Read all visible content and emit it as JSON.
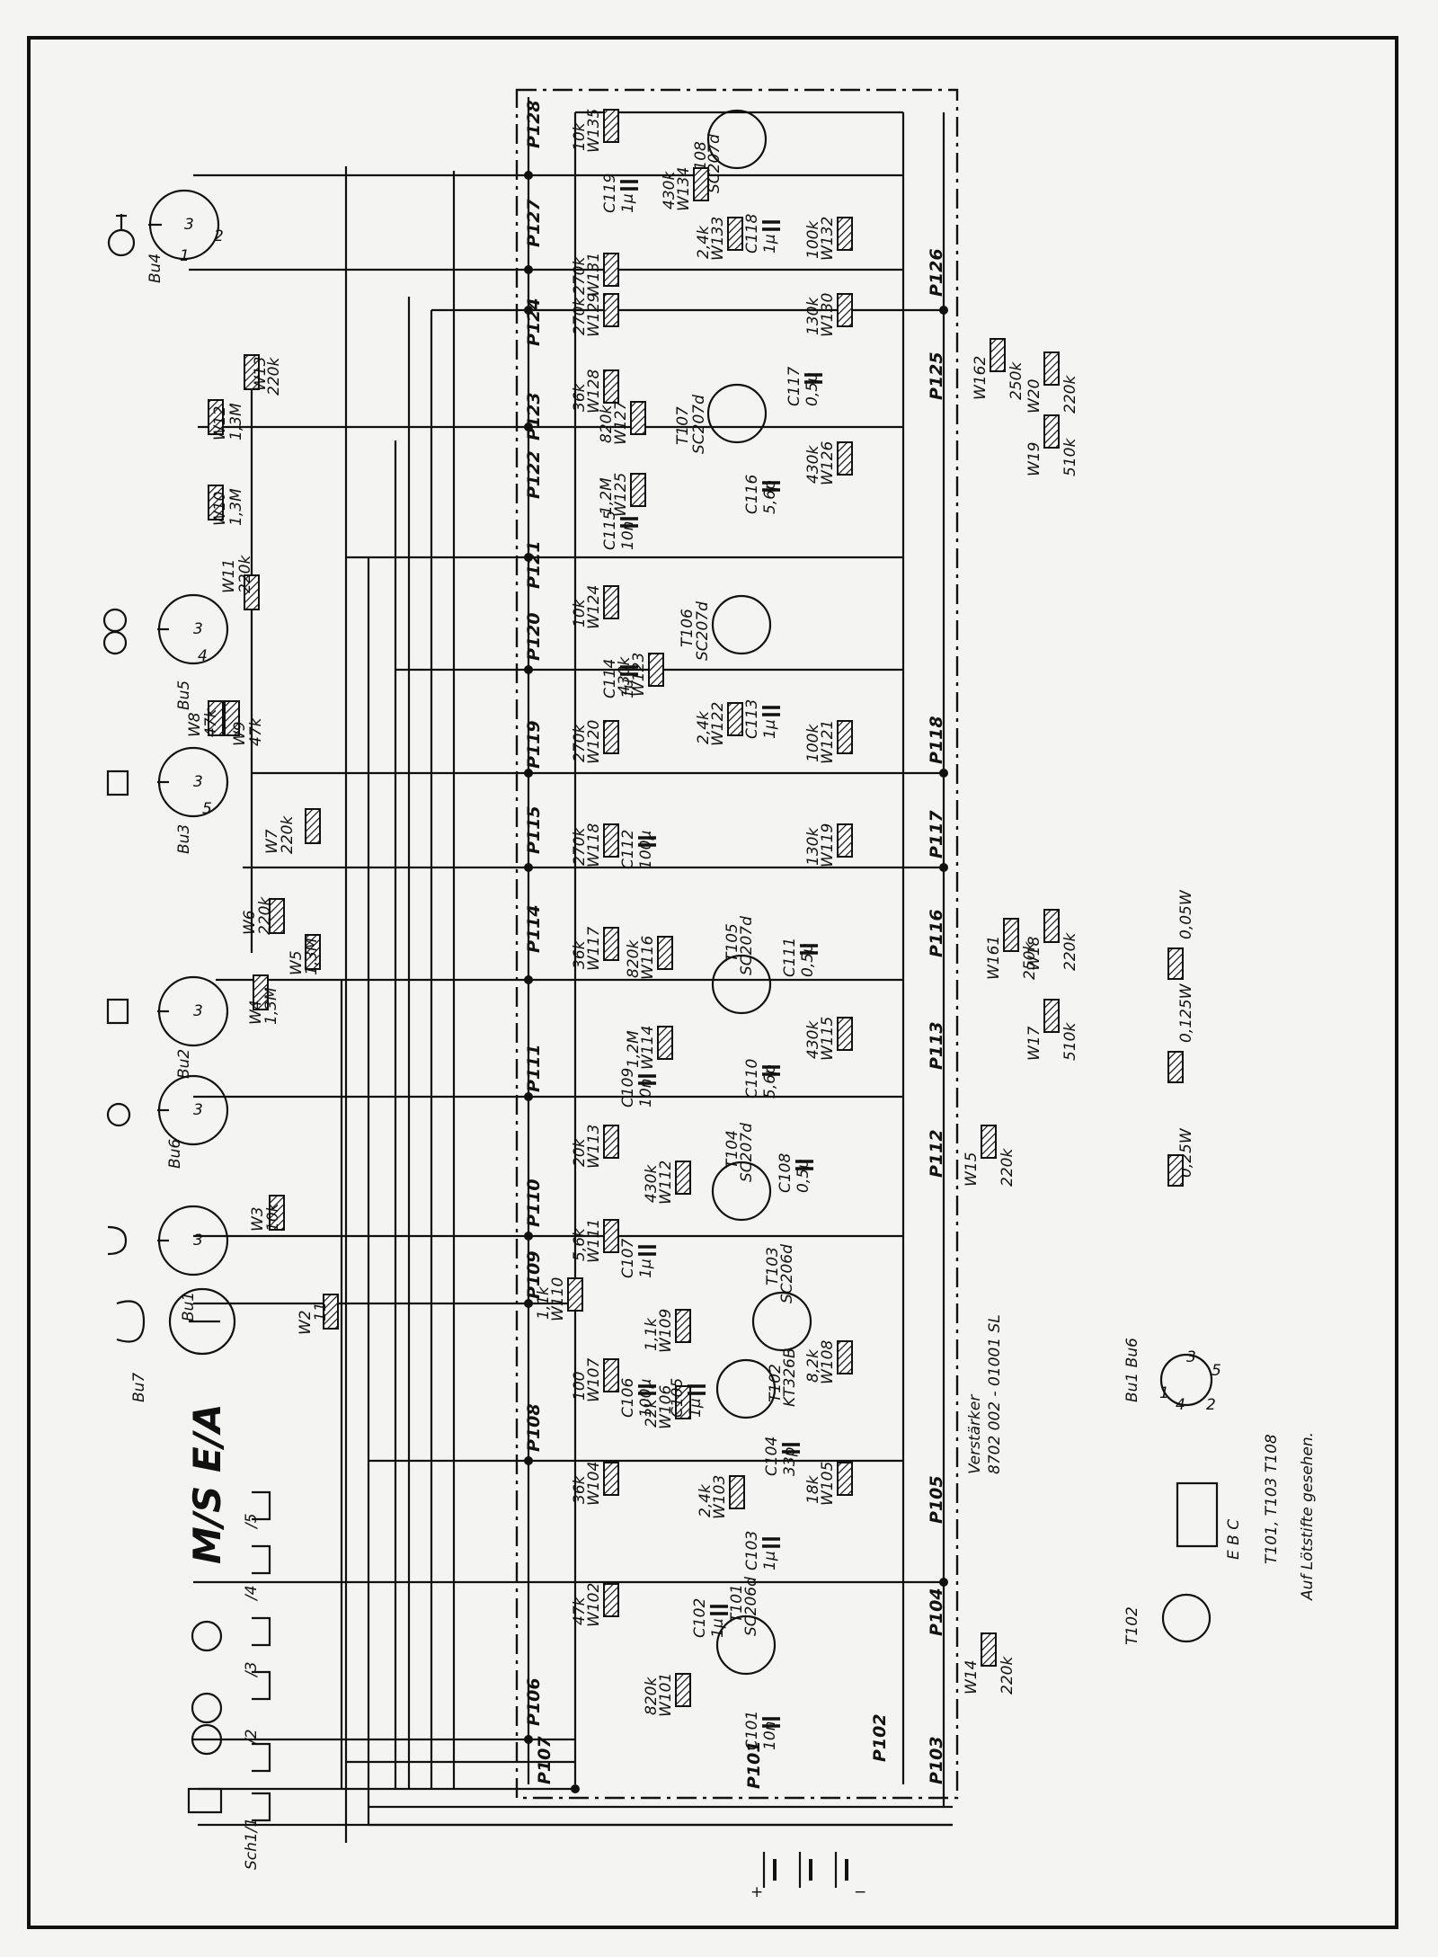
{
  "diagram": {
    "switch": {
      "mode_label": "M/S E/A",
      "ref": "Sch1/1",
      "positions": [
        "/2",
        "/3",
        "/4",
        "/5"
      ]
    },
    "sockets": [
      {
        "ref": "Bu4"
      },
      {
        "ref": "Bu5"
      },
      {
        "ref": "Bu3"
      },
      {
        "ref": "Bu2"
      },
      {
        "ref": "Bu6"
      },
      {
        "ref": "Bu1"
      },
      {
        "ref": "Bu7"
      }
    ],
    "pins": [
      "1",
      "2",
      "3",
      "4",
      "5"
    ],
    "left_resistors": [
      {
        "ref": "W13",
        "value": "220k"
      },
      {
        "ref": "W12",
        "value": "1,3M"
      },
      {
        "ref": "W10",
        "value": "1,3M"
      },
      {
        "ref": "W11",
        "value": "220k"
      },
      {
        "ref": "W8",
        "value": "47k"
      },
      {
        "ref": "W9",
        "value": "47k"
      },
      {
        "ref": "W7",
        "value": "220k"
      },
      {
        "ref": "W6",
        "value": "220k"
      },
      {
        "ref": "W5",
        "value": "1,3M"
      },
      {
        "ref": "W4",
        "value": "1,3M"
      },
      {
        "ref": "W3",
        "value": "10k"
      },
      {
        "ref": "W2",
        "value": "11"
      }
    ],
    "terminals": [
      "P128",
      "P127",
      "P124",
      "P123",
      "P122",
      "P121",
      "P120",
      "P119",
      "P115",
      "P114",
      "P111",
      "P110",
      "P109",
      "P108",
      "P106",
      "P107"
    ],
    "right_terminals": [
      "P126",
      "P125",
      "P118",
      "P117",
      "P116",
      "P113",
      "P112",
      "P105",
      "P104",
      "P102",
      "P103",
      "P101"
    ],
    "transistors": [
      {
        "ref": "T108",
        "type": "SC207d"
      },
      {
        "ref": "T107",
        "type": "SC207d"
      },
      {
        "ref": "T106",
        "type": "SC207d"
      },
      {
        "ref": "T105",
        "type": "SC207d"
      },
      {
        "ref": "T104",
        "type": "SC207d"
      },
      {
        "ref": "T103",
        "type": "SC206d"
      },
      {
        "ref": "T102",
        "type": "KT326B"
      },
      {
        "ref": "T101",
        "type": "SC206d"
      }
    ],
    "amp_resistors": [
      {
        "ref": "W135",
        "value": "10k"
      },
      {
        "ref": "W134",
        "value": "430k"
      },
      {
        "ref": "W133",
        "value": "2,4k"
      },
      {
        "ref": "W132",
        "value": "100k"
      },
      {
        "ref": "W131",
        "value": "270k"
      },
      {
        "ref": "W130",
        "value": "130k"
      },
      {
        "ref": "W129",
        "value": "270k"
      },
      {
        "ref": "W128",
        "value": "36k"
      },
      {
        "ref": "W127",
        "value": "820k"
      },
      {
        "ref": "W126",
        "value": "430k"
      },
      {
        "ref": "W125",
        "value": "1,2M"
      },
      {
        "ref": "W124",
        "value": "10k"
      },
      {
        "ref": "W123",
        "value": "430k"
      },
      {
        "ref": "W122",
        "value": "2,4k"
      },
      {
        "ref": "W121",
        "value": "100k"
      },
      {
        "ref": "W120",
        "value": "270k"
      },
      {
        "ref": "W119",
        "value": "130k"
      },
      {
        "ref": "W118",
        "value": "270k"
      },
      {
        "ref": "W117",
        "value": "36k"
      },
      {
        "ref": "W116",
        "value": "820k"
      },
      {
        "ref": "W115",
        "value": "430k"
      },
      {
        "ref": "W114",
        "value": "1,2M"
      },
      {
        "ref": "W113",
        "value": "20k"
      },
      {
        "ref": "W112",
        "value": "430k"
      },
      {
        "ref": "W111",
        "value": "5,6k"
      },
      {
        "ref": "W110",
        "value": "1,1k"
      },
      {
        "ref": "W109",
        "value": "1,1k"
      },
      {
        "ref": "W108",
        "value": "8,2k"
      },
      {
        "ref": "W107",
        "value": "100"
      },
      {
        "ref": "W106",
        "value": "22k"
      },
      {
        "ref": "W105",
        "value": "18k"
      },
      {
        "ref": "W104",
        "value": "36k"
      },
      {
        "ref": "W103",
        "value": "2,4k"
      },
      {
        "ref": "W102",
        "value": "47k"
      },
      {
        "ref": "W101",
        "value": "820k"
      }
    ],
    "capacitors": [
      {
        "ref": "C119",
        "value": "1µ"
      },
      {
        "ref": "C118",
        "value": "1µ"
      },
      {
        "ref": "C117",
        "value": "0,5µ"
      },
      {
        "ref": "C116",
        "value": "5,6p"
      },
      {
        "ref": "C115",
        "value": "10n"
      },
      {
        "ref": "C114",
        "value": "1µ"
      },
      {
        "ref": "C113",
        "value": "1µ"
      },
      {
        "ref": "C112",
        "value": "100µ"
      },
      {
        "ref": "C111",
        "value": "0,5µ"
      },
      {
        "ref": "C110",
        "value": "5,6p"
      },
      {
        "ref": "C109",
        "value": "10n"
      },
      {
        "ref": "C108",
        "value": "0,5µ"
      },
      {
        "ref": "C107",
        "value": "1µ"
      },
      {
        "ref": "C106",
        "value": "100µ"
      },
      {
        "ref": "C105",
        "value": "1µ"
      },
      {
        "ref": "C104",
        "value": "33p"
      },
      {
        "ref": "C103",
        "value": "1µ"
      },
      {
        "ref": "C102",
        "value": "1µ"
      },
      {
        "ref": "C101",
        "value": "10n"
      }
    ],
    "potentiometers": [
      {
        "ref": "W162",
        "value": "250k"
      },
      {
        "ref": "W20",
        "value": "220k"
      },
      {
        "ref": "W19",
        "value": "510k"
      },
      {
        "ref": "W161",
        "value": "250k"
      },
      {
        "ref": "W18",
        "value": "220k"
      },
      {
        "ref": "W17",
        "value": "510k"
      },
      {
        "ref": "W15",
        "value": "220k"
      },
      {
        "ref": "W14",
        "value": "220k"
      }
    ],
    "amplifier": {
      "name": "Verstärker",
      "code": "8702 002 - 01001 SL"
    },
    "legend": {
      "pinout_title": "Bu1 Bu6",
      "transistor_pinout_a": "T102",
      "transistor_pinout_b": "T101, T103  T108",
      "ebc": "E B C",
      "wattages": [
        "0,25W",
        "0,125W",
        "0,05W"
      ],
      "note": "Auf Lötstifte gesehen."
    },
    "battery_polarity": [
      "+",
      "−"
    ]
  }
}
